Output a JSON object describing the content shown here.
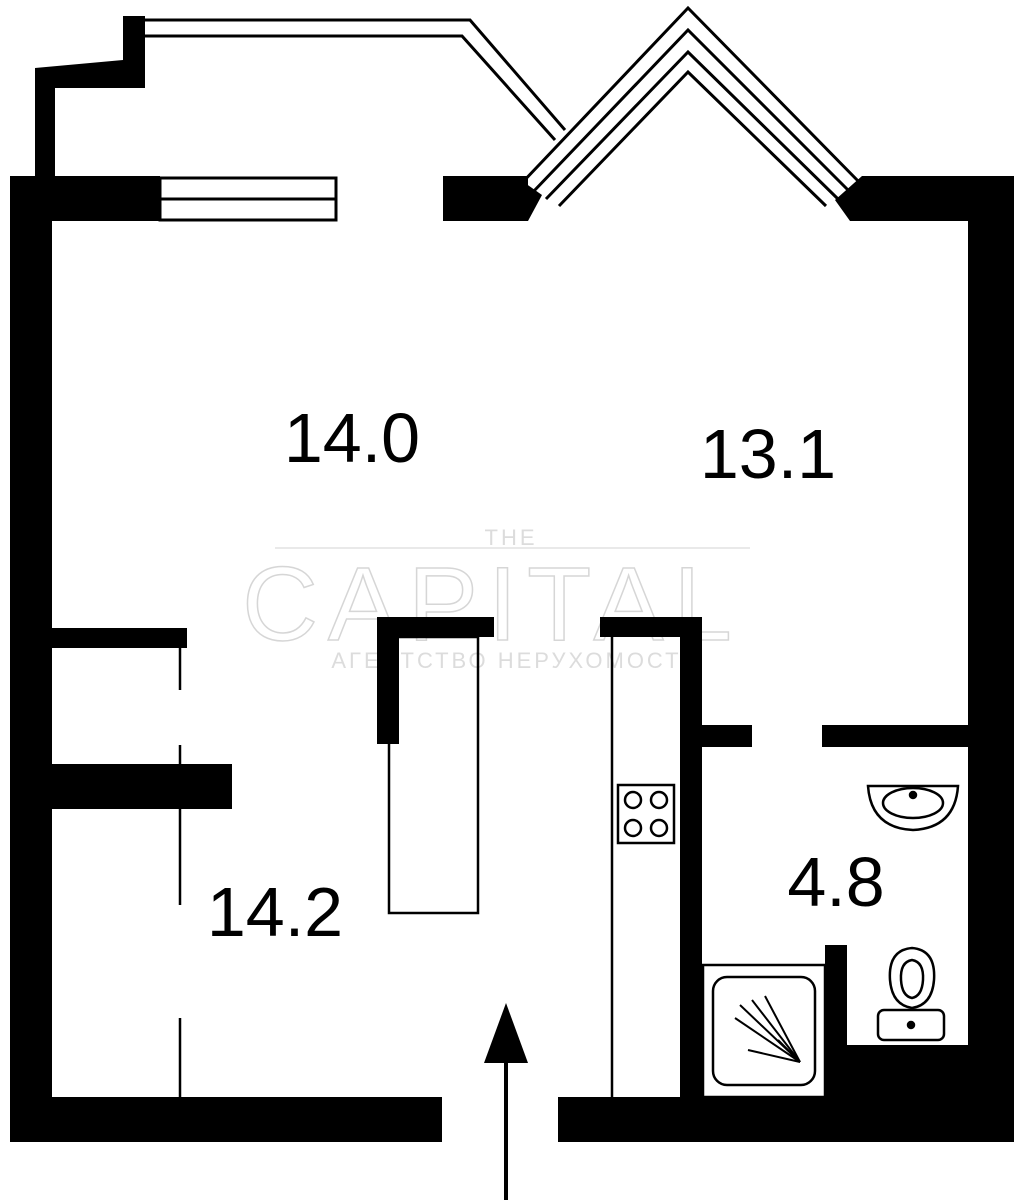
{
  "rooms": [
    {
      "id": "room-left-top",
      "area": "14.0"
    },
    {
      "id": "room-right-top",
      "area": "13.1"
    },
    {
      "id": "room-left-bottom",
      "area": "14.2"
    },
    {
      "id": "bathroom",
      "area": "4.8"
    }
  ],
  "watermark": {
    "top": "THE",
    "main": "CAPITAL",
    "sub": "АГЕНТСТВО НЕРУХОМОСТІ"
  },
  "colors": {
    "wall": "#000000",
    "background": "#ffffff",
    "watermark": "#d6d6d6"
  }
}
